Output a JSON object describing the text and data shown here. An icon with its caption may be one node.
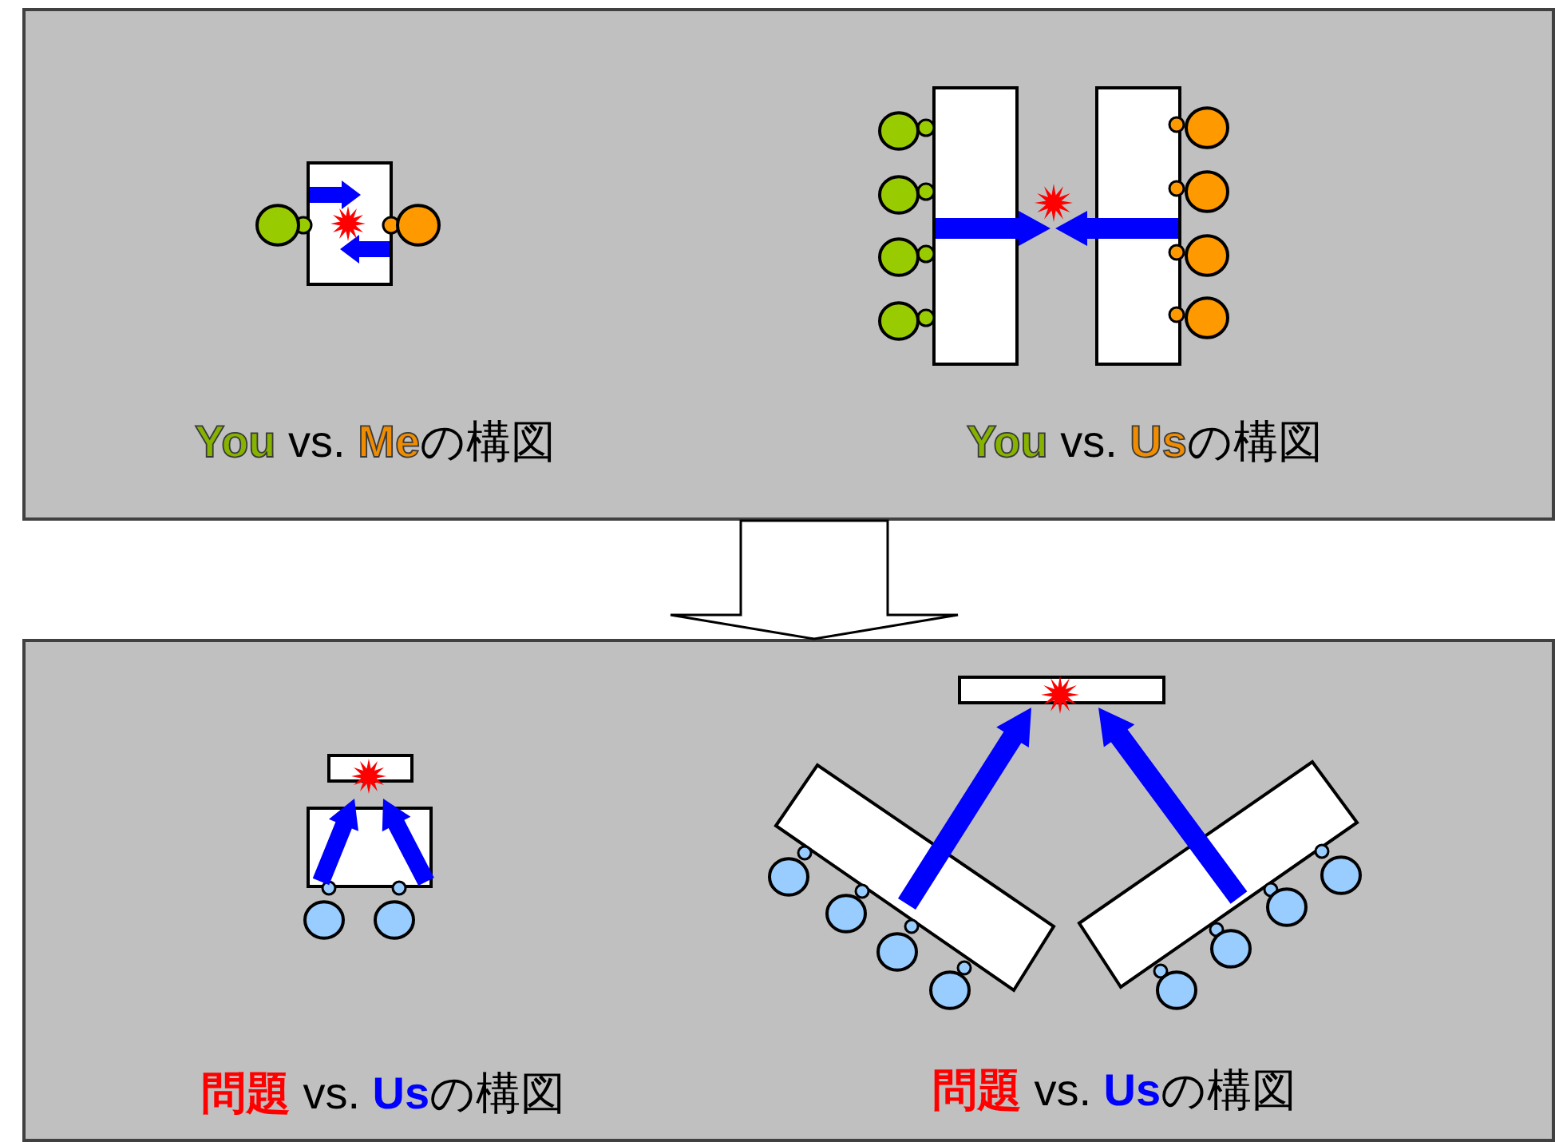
{
  "diagram": {
    "nodes": [
      {
        "text": [],
        "shape": "box"
      },
      {
        "text": [],
        "shape": "box"
      }
    ],
    "edges": [
      {
        "from": 0,
        "to": 1,
        "arrow": "to"
      }
    ],
    "labels": [
      "**You** vs. **Me**の構図",
      "**You** vs. **Us**の構図",
      "**問題** vs. **Us**の構図",
      "**問題** vs. **Us**の構図"
    ]
  }
}
